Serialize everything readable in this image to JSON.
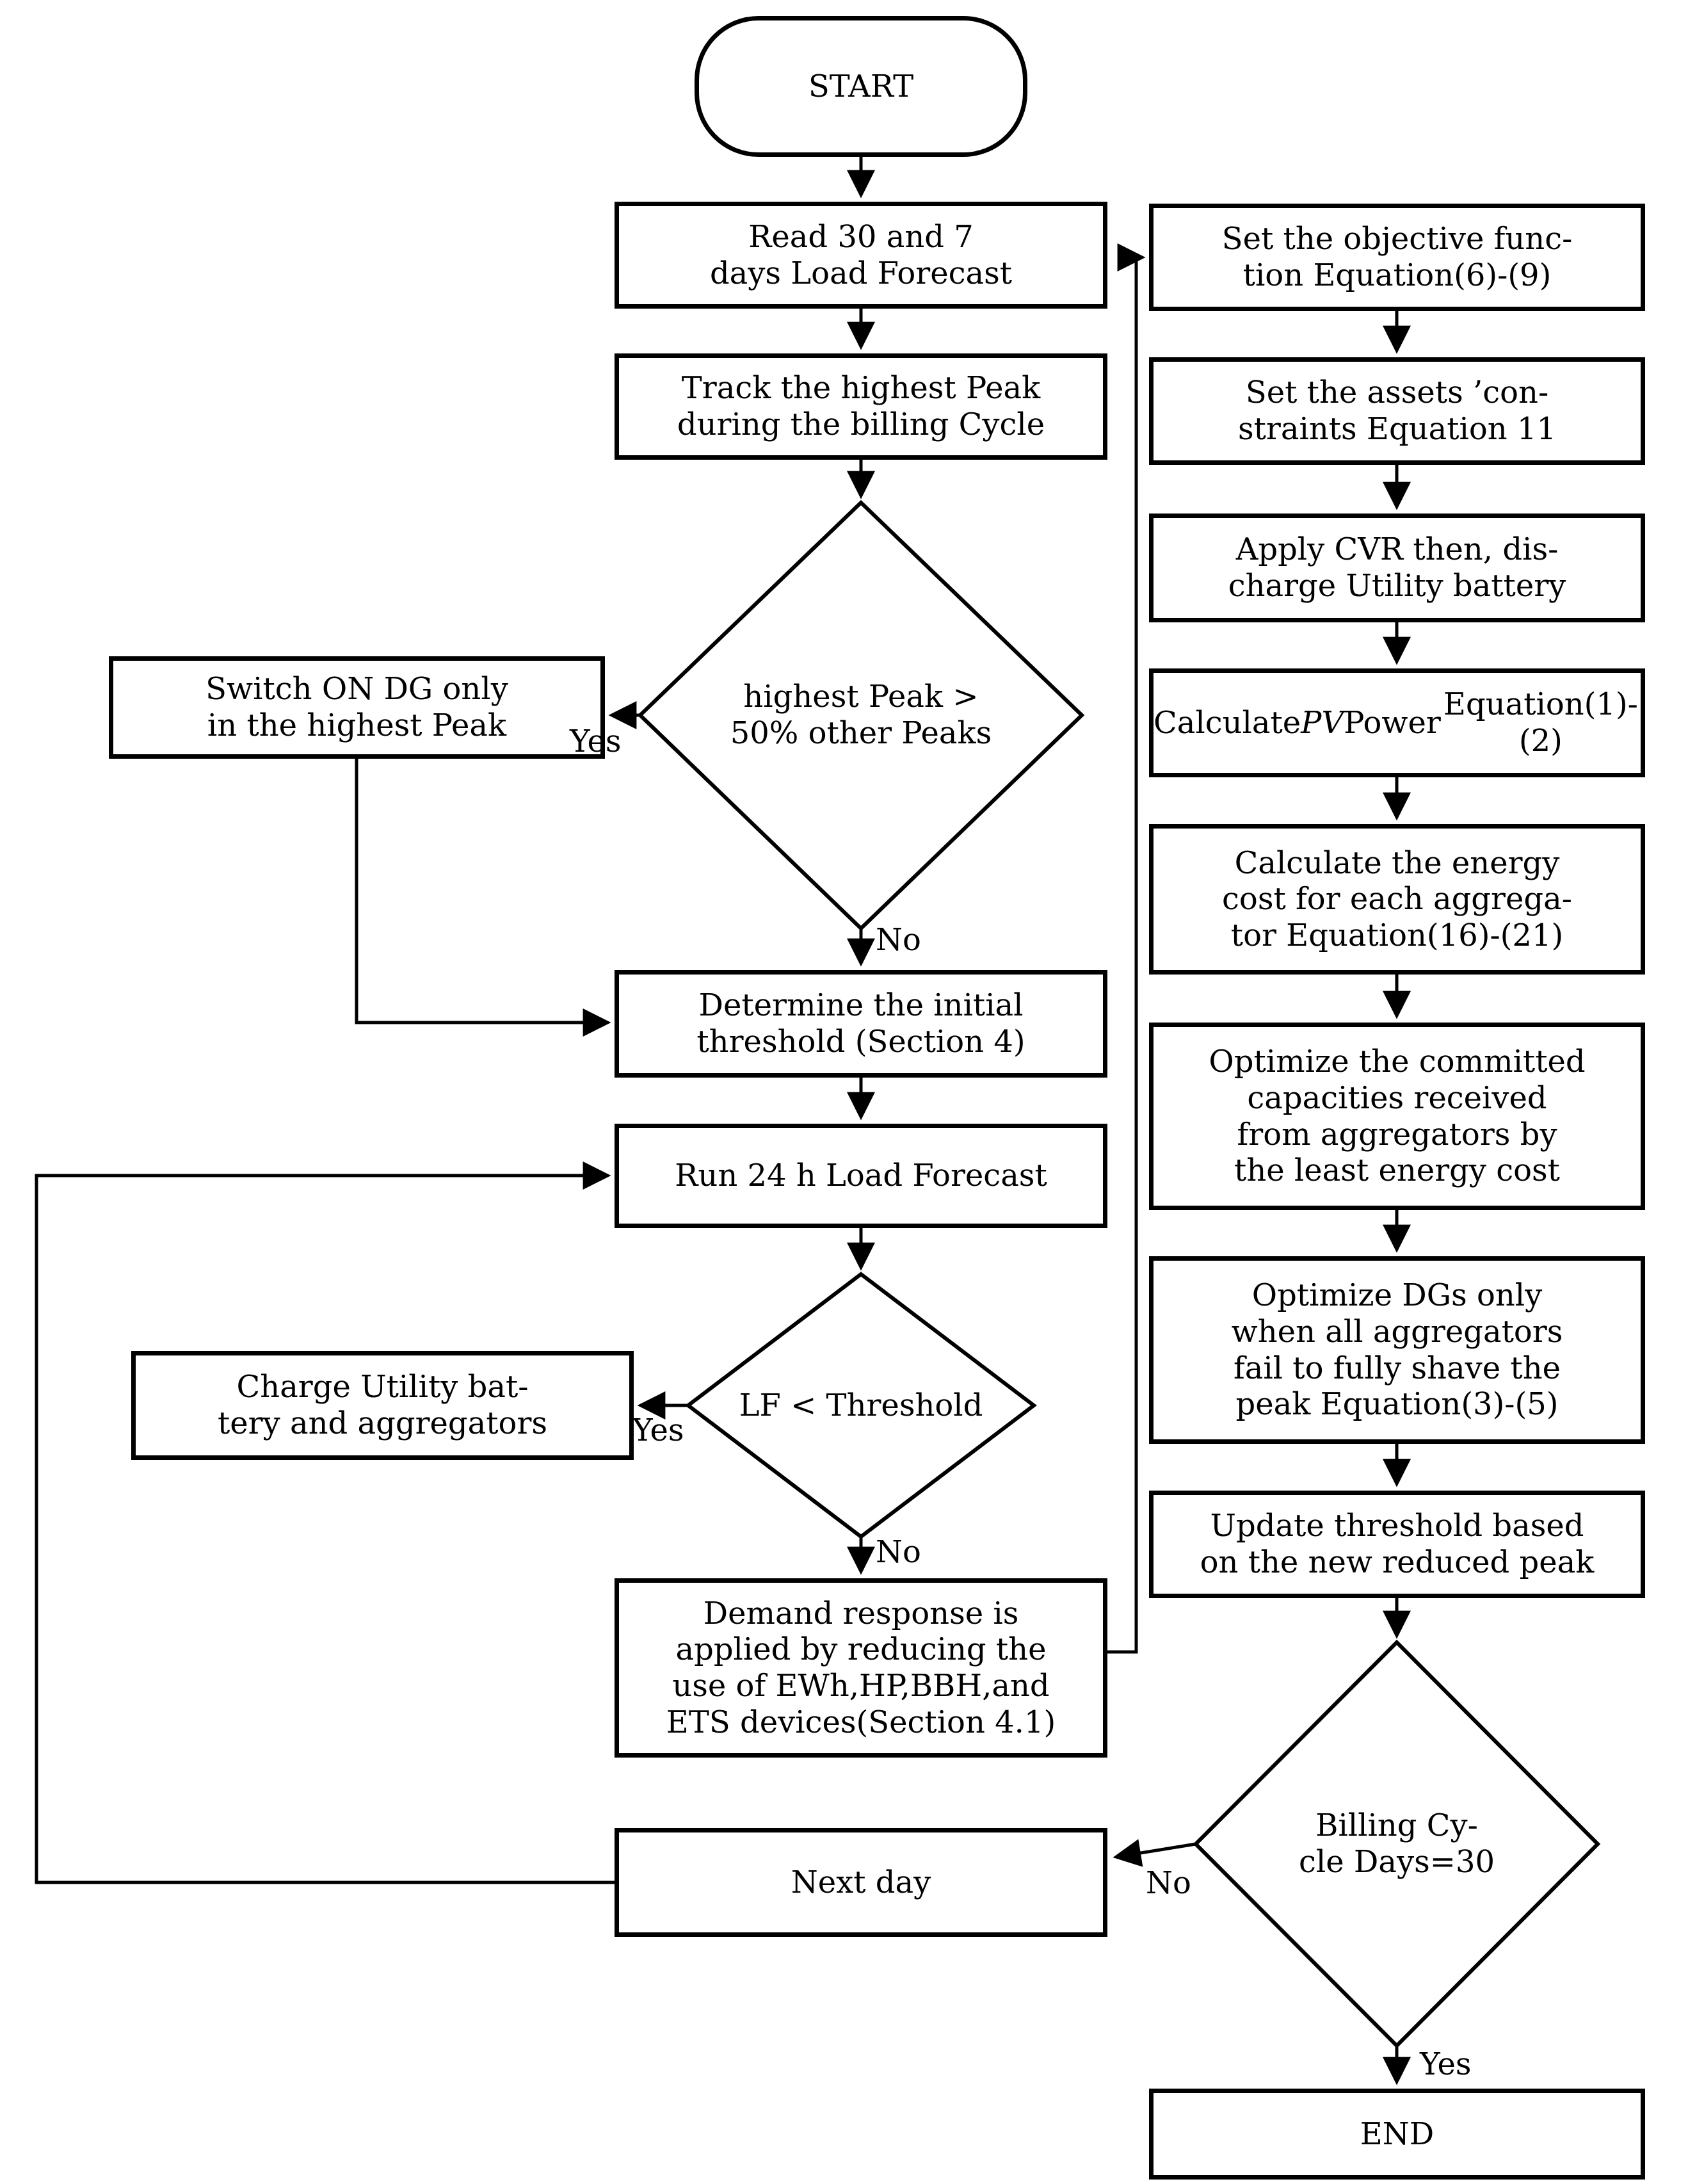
{
  "nodes": {
    "start": {
      "label": "START"
    },
    "read_forecast": {
      "lines": [
        "Read 30 and 7",
        "days Load Forecast"
      ]
    },
    "track_peak": {
      "lines": [
        "Track the highest Peak",
        "during the billing Cycle"
      ]
    },
    "peak_decision": {
      "lines": [
        "highest Peak >",
        "50% other Peaks"
      ]
    },
    "switch_dg": {
      "lines": [
        "Switch ON DG only",
        "in the highest Peak"
      ]
    },
    "determine_threshold": {
      "lines": [
        "Determine the initial",
        "threshold (Section 4)"
      ]
    },
    "run_forecast": {
      "lines": [
        "Run 24 h Load Forecast"
      ]
    },
    "lf_decision": {
      "lines": [
        "LF < Threshold"
      ]
    },
    "charge_battery": {
      "lines": [
        "Charge Utility bat-",
        "tery and aggregators"
      ]
    },
    "demand_response": {
      "lines": [
        "Demand response is",
        "applied by reducing the",
        "use of EWh,HP,BBH,and",
        "ETS devices(Section 4.1)"
      ]
    },
    "next_day": {
      "lines": [
        "Next day"
      ]
    },
    "set_objective": {
      "lines": [
        "Set the objective func-",
        "tion Equation(6)-(9)"
      ]
    },
    "set_constraints": {
      "lines": [
        "Set the assets ’con-",
        "straints Equation 11"
      ]
    },
    "apply_cvr": {
      "lines": [
        "Apply CVR then, dis-",
        "charge Utility battery"
      ]
    },
    "calc_pv": {
      "line1_pre": "Calculate ",
      "line1_italic": "PV",
      "line1_post": " Power",
      "line2": "Equation(1)-(2)"
    },
    "calc_energy_cost": {
      "lines": [
        "Calculate the energy",
        "cost for each aggrega-",
        "tor Equation(16)-(21)"
      ]
    },
    "optimize_committed": {
      "lines": [
        "Optimize the committed",
        "capacities received",
        "from aggregators by",
        "the least energy cost"
      ]
    },
    "optimize_dgs": {
      "lines": [
        "Optimize DGs only",
        "when all aggregators",
        "fail to fully shave the",
        "peak Equation(3)-(5)"
      ]
    },
    "update_threshold": {
      "lines": [
        "Update threshold based",
        "on the new reduced peak"
      ]
    },
    "billing_decision": {
      "lines": [
        "Billing Cy-",
        "cle Days=30"
      ]
    },
    "end": {
      "label": "END"
    }
  },
  "edge_labels": {
    "peak_yes": "Yes",
    "peak_no": "No",
    "lf_yes": "Yes",
    "lf_no": "No",
    "billing_no": "No",
    "billing_yes": "Yes"
  },
  "colors": {
    "stroke": "#000000",
    "background": "#ffffff"
  }
}
